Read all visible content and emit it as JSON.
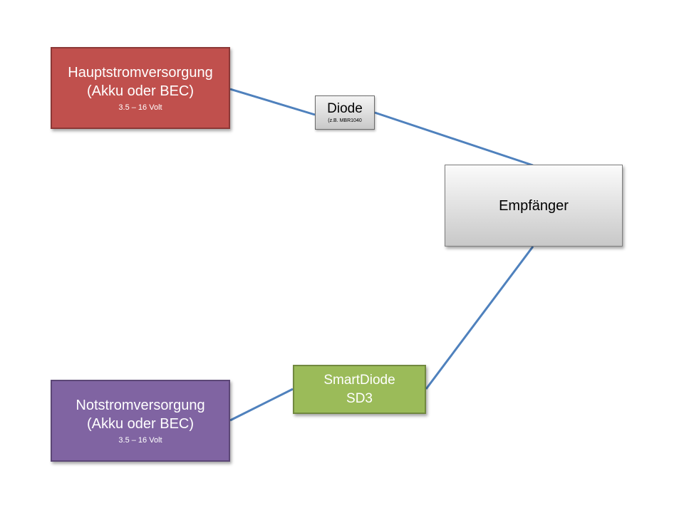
{
  "colors": {
    "connector": "#4f81bd",
    "main_supply": "#c0504d",
    "backup_supply": "#8064a2",
    "smartdiode": "#9bbb59"
  },
  "main_supply": {
    "title": "Hauptstromversorgung",
    "subtitle": "(Akku oder BEC)",
    "voltage": "3.5 – 16 Volt"
  },
  "diode": {
    "title": "Diode",
    "note": "(z.B. MBR1040"
  },
  "receiver": {
    "title": "Empfänger"
  },
  "backup_supply": {
    "title": "Notstromversorgung",
    "subtitle": "(Akku oder BEC)",
    "voltage": "3.5 – 16 Volt"
  },
  "smartdiode": {
    "title": "SmartDiode",
    "model": "SD3"
  }
}
